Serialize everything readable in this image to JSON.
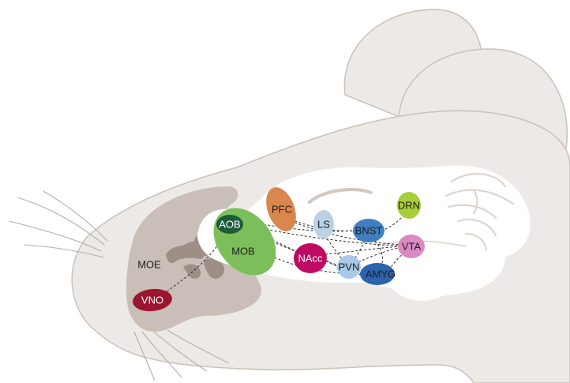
{
  "diagram": {
    "regions": {
      "aob": {
        "label": "AOB",
        "color": "#1f5a3a"
      },
      "mob": {
        "label": "MOB",
        "color": "#7cbf5a"
      },
      "pfc": {
        "label": "PFC",
        "color": "#d9874e"
      },
      "ls": {
        "label": "LS",
        "color": "#b9d2e6"
      },
      "bnst": {
        "label": "BNST",
        "color": "#3f7fc1"
      },
      "drn": {
        "label": "DRN",
        "color": "#a6cf3a"
      },
      "vta": {
        "label": "VTA",
        "color": "#d98ac2"
      },
      "nacc": {
        "label": "NAcc",
        "color": "#bf0a63"
      },
      "pvn": {
        "label": "PVN",
        "color": "#a9c9e8"
      },
      "amyg": {
        "label": "AMYG",
        "color": "#2c63ad"
      },
      "vno": {
        "label": "VNO",
        "color": "#9b1530"
      },
      "moe": {
        "label": "MOE"
      }
    },
    "colors": {
      "head": "#ede9e6",
      "outline": "#c9c1bb",
      "brain": "#ffffff",
      "nasal": "#c9beb8",
      "turbinate": "#9d8e86",
      "groove": "#d3c7c0"
    }
  }
}
